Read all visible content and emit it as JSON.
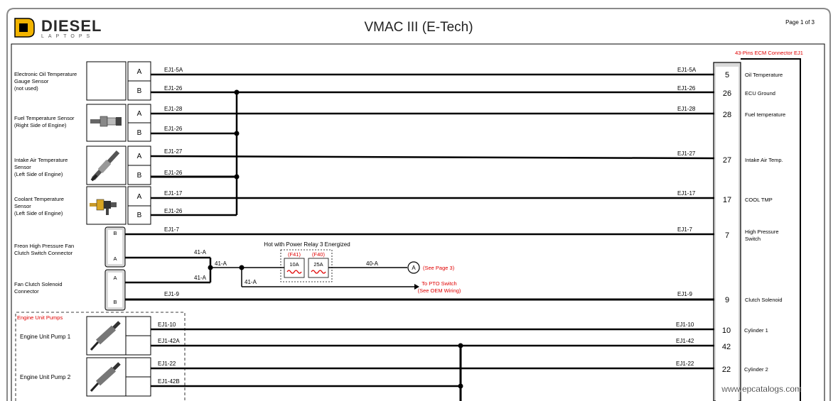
{
  "header": {
    "logo_main": "DIESEL",
    "logo_sub": "LAPTOPS",
    "title": "VMAC III (E-Tech)",
    "page": "Page 1 of 3"
  },
  "connector": {
    "title": "43-Pins ECM Connector EJ1",
    "pins": [
      {
        "num": "5",
        "func": "Oil Temperature",
        "wire": "EJ1-5A"
      },
      {
        "num": "26",
        "func": "ECU Ground",
        "wire": "EJ1-26"
      },
      {
        "num": "28",
        "func": "Fuel temperature",
        "wire": "EJ1-28"
      },
      {
        "num": "27",
        "func": "Intake Air Temp.",
        "wire": "EJ1-27"
      },
      {
        "num": "17",
        "func": "COOL TMP",
        "wire": "EJ1-17"
      },
      {
        "num": "7",
        "func": "High Pressure",
        "func2": "Switch",
        "wire": "EJ1-7"
      },
      {
        "num": "9",
        "func": "Clutch Solenoid",
        "wire": "EJ1-9"
      },
      {
        "num": "10",
        "func": "Cylinder 1",
        "wire": "EJ1-10"
      },
      {
        "num": "42",
        "func": "",
        "wire": "EJ1-42"
      },
      {
        "num": "22",
        "func": "Cylinder 2",
        "wire": "EJ1-22"
      }
    ]
  },
  "sensors": [
    {
      "lines": [
        "Electronic Oil Temperature",
        "Gauge Sensor",
        "(not used)"
      ],
      "pinA": "A",
      "pinB": "B",
      "wireA": "EJ1-5A",
      "wireB": "EJ1-26",
      "icon": "none"
    },
    {
      "lines": [
        "Fuel Temperature Sensor",
        "(Right Side of Engine)"
      ],
      "pinA": "A",
      "pinB": "B",
      "wireA": "EJ1-28",
      "wireB": "EJ1-26",
      "icon": "fuel-temp-sensor-icon"
    },
    {
      "lines": [
        "Intake Air Temperature",
        "Sensor",
        "(Left Side of Engine)"
      ],
      "pinA": "A",
      "pinB": "B",
      "wireA": "EJ1-27",
      "wireB": "EJ1-26",
      "icon": "intake-air-sensor-icon"
    },
    {
      "lines": [
        "Coolant Temperature",
        "Sensor",
        "(Left Side of Engine)"
      ],
      "pinA": "A",
      "pinB": "B",
      "wireA": "EJ1-17",
      "wireB": "EJ1-26",
      "icon": "coolant-sensor-icon"
    }
  ],
  "fan": {
    "freon_lines": [
      "Freon High Pressure Fan",
      "Clutch Switch Connector"
    ],
    "solenoid_lines": [
      "Fan Clutch Solenoid",
      "Connector"
    ],
    "switch_pinB": "B",
    "switch_pinA": "A",
    "sol_pinA": "A",
    "sol_pinB": "B",
    "wire_7": "EJ1-7",
    "wire_41a_1": "41-A",
    "wire_41a_2": "41-A",
    "wire_41a_3": "41-A",
    "wire_41a_4": "41-A",
    "wire_40a": "40-A",
    "wire_9": "EJ1-9",
    "relay_text": "Hot with Power Relay 3 Energized",
    "fuse1_id": "(F41)",
    "fuse1_val": "10A",
    "fuse2_id": "(F40)",
    "fuse2_val": "25A",
    "ref_letter": "A",
    "ref_text": "(See Page 3)",
    "pto_1": "To PTO Switch",
    "pto_2": "(See OEM Wiring)"
  },
  "pumps": {
    "group_label": "Engine Unit Pumps",
    "pump1": "Engine Unit Pump 1",
    "pump2": "Engine Unit Pump 2",
    "wire_10": "EJ1-10",
    "wire_42a": "EJ1-42A",
    "wire_22": "EJ1-22",
    "wire_42b": "EJ1-42B"
  },
  "watermark": "www.epcatalogs.com",
  "colors": {
    "red": "#e00000",
    "black": "#000000",
    "frame": "#7a7a7a",
    "connector_fill": "#d9d9d9"
  }
}
